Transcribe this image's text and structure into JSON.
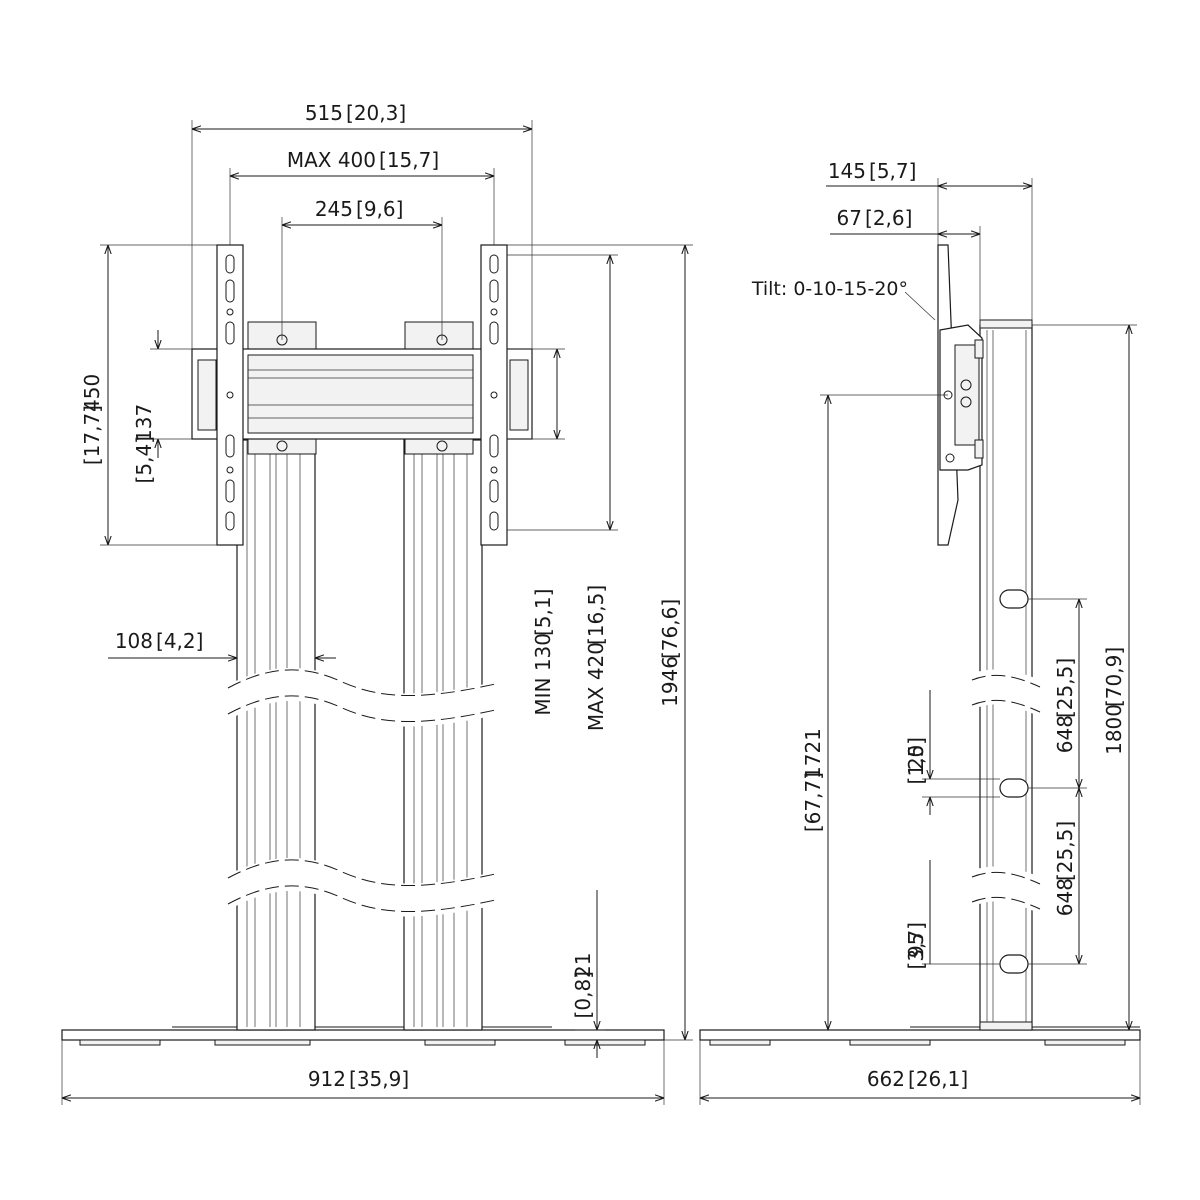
{
  "front_view": {
    "width_overall": "515",
    "width_overall_in": "20,3",
    "vesa_max_h": "MAX 400",
    "vesa_max_h_in": "15,7",
    "column_spacing": "245",
    "column_spacing_in": "9,6",
    "bracket_height": "450",
    "bracket_height_in": "17,7",
    "rail_height": "137",
    "rail_height_in": "5,4",
    "column_width": "108",
    "column_width_in": "4,2",
    "vesa_min_v": "MIN 130",
    "vesa_min_v_in": "5,1",
    "vesa_max_v": "MAX 420",
    "vesa_max_v_in": "16,5",
    "total_height": "1946",
    "total_height_in": "76,6",
    "base_thickness": "21",
    "base_thickness_in": "0,8",
    "base_width": "912",
    "base_width_in": "35,9"
  },
  "side_view": {
    "depth_max": "145",
    "depth_max_in": "5,7",
    "depth_min": "67",
    "depth_min_in": "2,6",
    "tilt": "Tilt: 0-10-15-20°",
    "column_height": "1800",
    "column_height_in": "70,9",
    "center_height": "1721",
    "center_height_in": "67,7",
    "hole_spacing_1": "648",
    "hole_spacing_1_in": "25,5",
    "hole_diameter": "25",
    "hole_diameter_in": "1,0",
    "hole_spacing_2": "648",
    "hole_spacing_2_in": "25,5",
    "bottom_offset": "95",
    "bottom_offset_in": "3,7",
    "base_depth": "662",
    "base_depth_in": "26,1"
  }
}
